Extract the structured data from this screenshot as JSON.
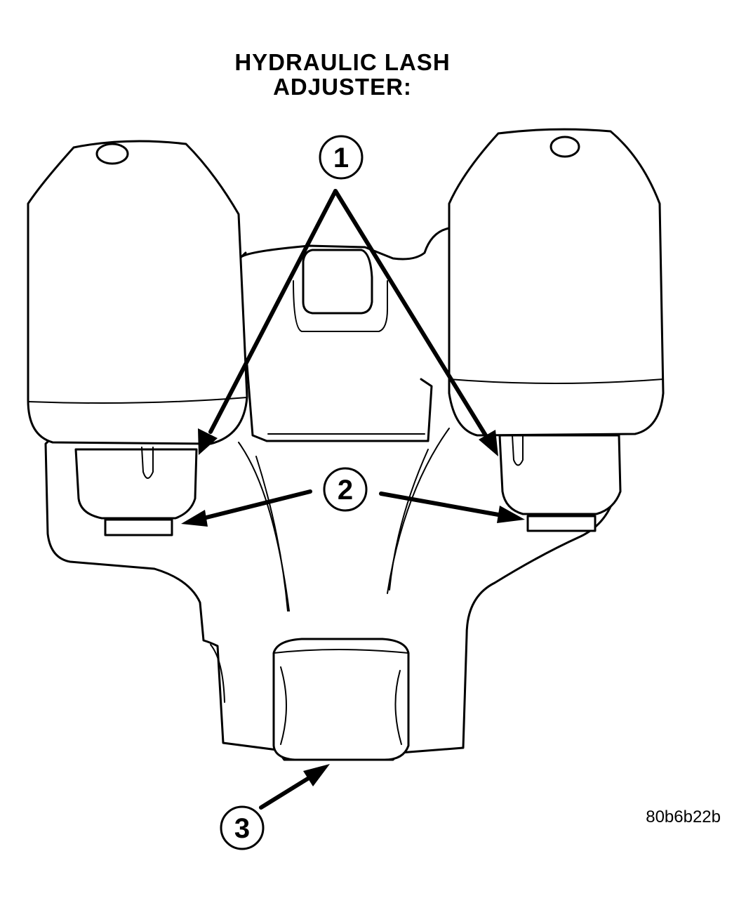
{
  "title": {
    "line1": "HYDRAULIC  LASH",
    "line2": "ADJUSTER:"
  },
  "callouts": [
    {
      "number": "1"
    },
    {
      "number": "2"
    },
    {
      "number": "3"
    }
  ],
  "figure_id": "80b6b22b",
  "colors": {
    "ink": "#000000",
    "paper": "#ffffff"
  }
}
